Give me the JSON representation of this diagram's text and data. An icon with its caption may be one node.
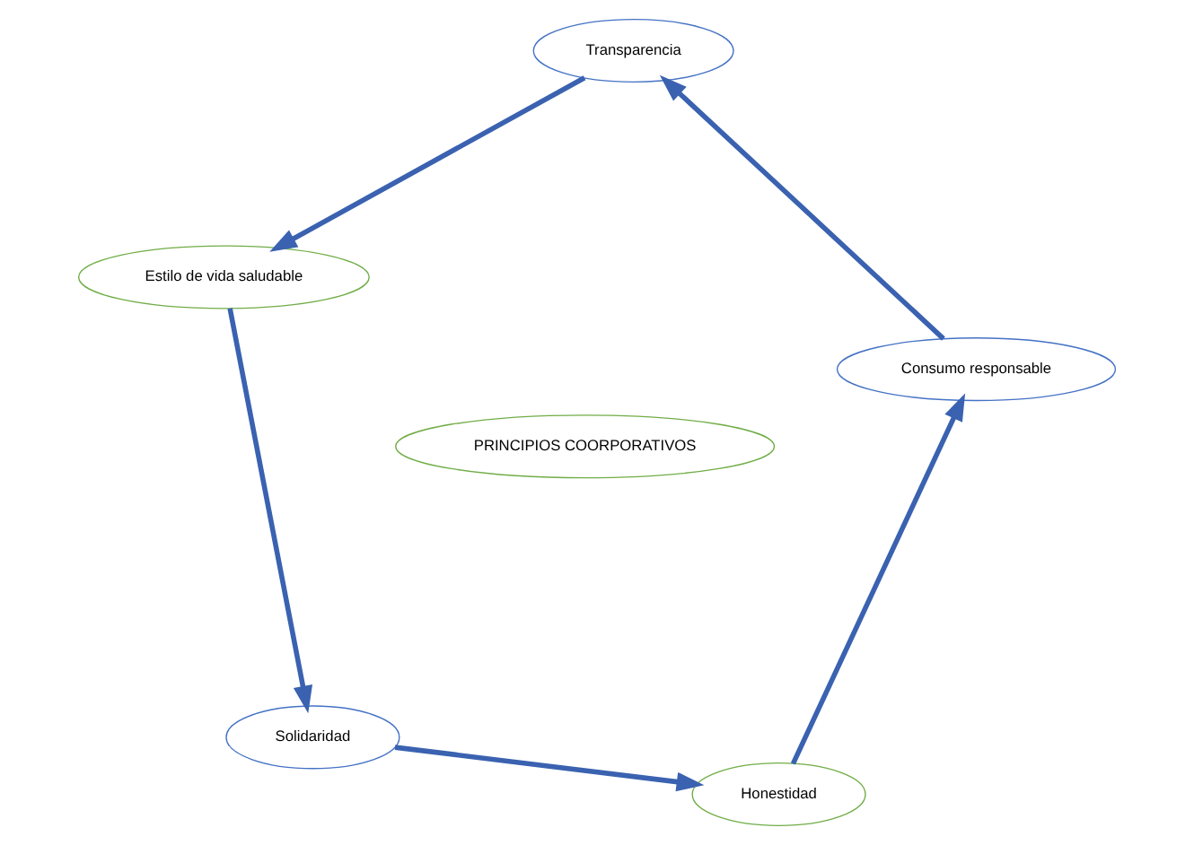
{
  "diagram": {
    "nodes": [
      {
        "text": [
          "Solidaridad"
        ]
      },
      {
        "text": [
          "Honestidad"
        ]
      },
      {
        "text": [
          "PRINCIPIOS COORPORATIVOS"
        ]
      },
      {
        "text": [
          "Estilo de vida saludable"
        ]
      },
      {
        "text": [
          "Consumo responsable"
        ]
      },
      {
        "text": [
          "Transparencia"
        ]
      }
    ],
    "edges": [
      {
        "from": 0,
        "to": 1,
        "arrow": "to"
      },
      {
        "from": 1,
        "to": 4,
        "arrow": "to"
      },
      {
        "from": 4,
        "to": 5,
        "arrow": "to"
      },
      {
        "from": 5,
        "to": 3,
        "arrow": "to"
      },
      {
        "from": 3,
        "to": 0,
        "arrow": "to"
      }
    ]
  }
}
